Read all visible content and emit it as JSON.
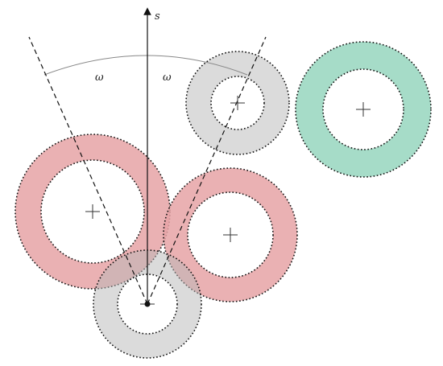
{
  "diagram": {
    "axis_label": "s",
    "angle_left_label": "ω",
    "angle_right_label": "ω"
  },
  "colors": {
    "gray_fill": "#d9d9d9",
    "red_fill": "#e6a3a6",
    "green_fill": "#a6dcc8",
    "stroke": "#111111",
    "arc": "#888888"
  }
}
